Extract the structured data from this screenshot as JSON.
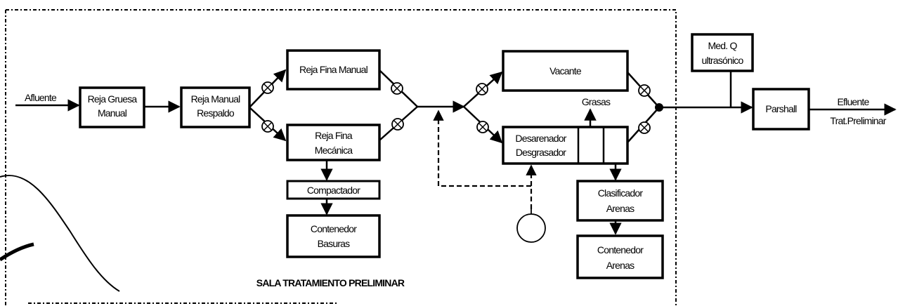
{
  "units": {
    "reja_gruesa": [
      "Reja Gruesa",
      "Manual"
    ],
    "reja_respaldo": [
      "Reja Manual",
      "Respaldo"
    ],
    "reja_fina_manual": "Reja Fina Manual",
    "reja_fina_mecanica": [
      "Reja Fina",
      "Mecánica"
    ],
    "compactador": "Compactador",
    "contenedor_basuras": [
      "Contenedor",
      "Basuras"
    ],
    "vacante": "Vacante",
    "desarenador": [
      "Desarenador",
      "Desgrasador"
    ],
    "clasificador": [
      "Clasificador",
      "Arenas"
    ],
    "contenedor_arenas": [
      "Contenedor",
      "Arenas"
    ],
    "medidor": [
      "Med. Q",
      "ultrasónico"
    ],
    "parshall": "Parshall"
  },
  "labels": {
    "afluente": "Afluente",
    "grasas": "Grasas",
    "efluente": "Efluente",
    "trat_preliminar": "Trat.Preliminar",
    "sala": "SALA TRATAMIENTO PRELIMINAR"
  }
}
